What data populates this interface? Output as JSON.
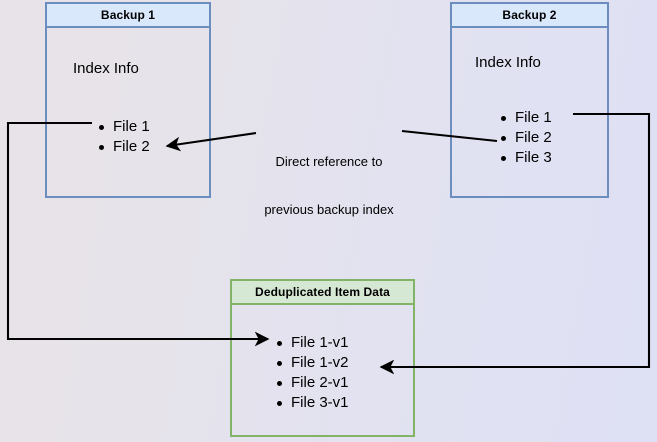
{
  "diagram": {
    "type": "flow-diagram",
    "title": "Backup deduplication index reference diagram",
    "colors": {
      "blue_fill": "#dae8fc",
      "blue_stroke": "#6c8ebf",
      "green_fill": "#d5e8d4",
      "green_stroke": "#82b366",
      "edge": "#000000",
      "background_left": "#e8e3e8",
      "background_right": "#dee0f4"
    },
    "nodes": [
      {
        "id": "backup1",
        "header": "Backup 1",
        "body_label": "Index Info",
        "items": [
          "File 1",
          "File 2"
        ]
      },
      {
        "id": "backup2",
        "header": "Backup 2",
        "body_label": "Index Info",
        "items": [
          "File 1",
          "File 2",
          "File 3"
        ]
      },
      {
        "id": "dedup",
        "header": "Deduplicated Item Data",
        "items": [
          "File 1-v1",
          "File 1-v2",
          "File 2-v1",
          "File 3-v1"
        ]
      }
    ],
    "annotations": [
      {
        "id": "direct-reference",
        "line1": "Direct reference to",
        "line2": "previous backup index"
      }
    ],
    "edges": [
      {
        "id": "backup1-file1-to-dedup-file1v1",
        "from": "Backup 1 / File 1",
        "to": "Deduplicated Item Data / File 1-v1",
        "arrow": "to"
      },
      {
        "id": "backup2-file1-to-dedup-file1v2",
        "from": "Backup 2 / File 1",
        "to": "Deduplicated Item Data / File 1-v2",
        "arrow": "to"
      },
      {
        "id": "backup2-file2-to-backup1-file2",
        "from": "Backup 2 / File 2",
        "to": "Backup 1 / File 2",
        "arrow": "to",
        "label": "Direct reference to previous backup index"
      }
    ]
  }
}
